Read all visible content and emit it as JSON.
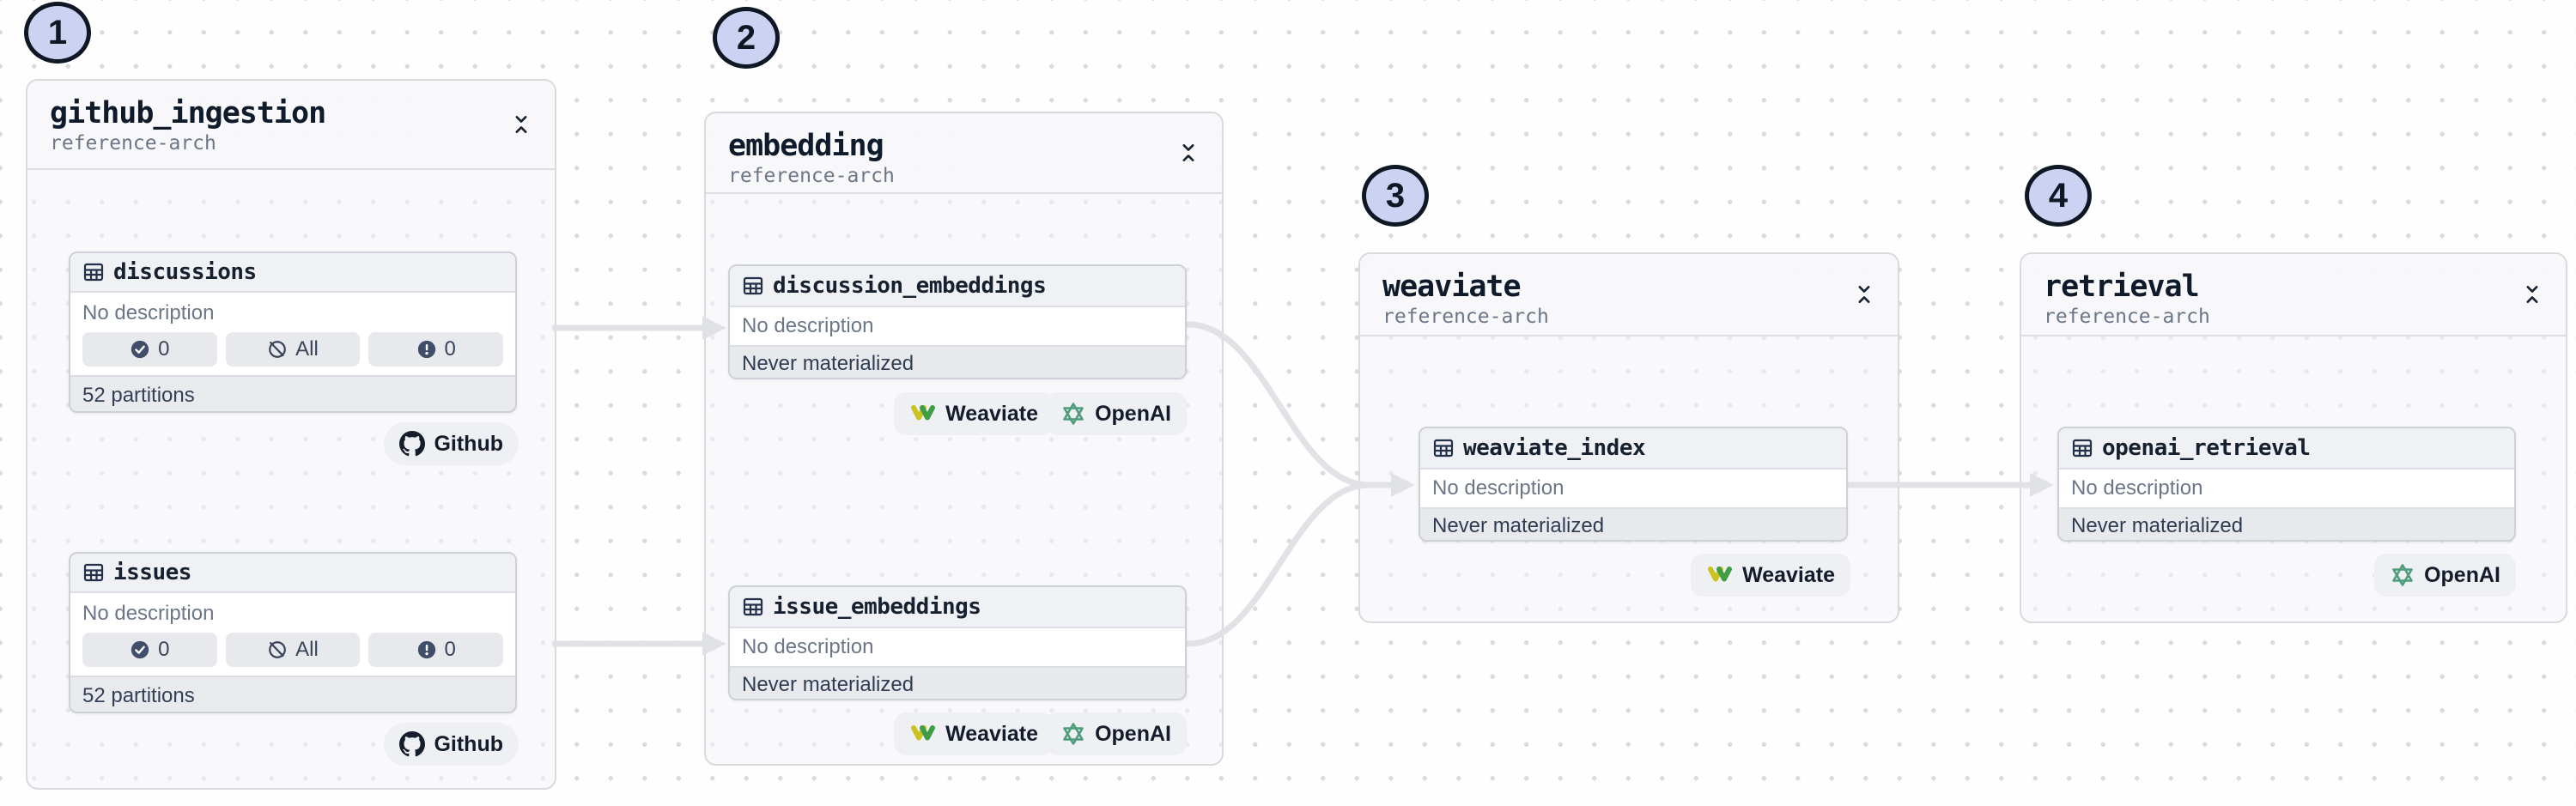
{
  "colors": {
    "badge_fill": "#ccd2f2",
    "badge_border": "#0f1724",
    "edge": "#e1e2e6",
    "node_border": "#ccd0d8",
    "weaviate_yellow": "#c9c21f",
    "weaviate_green": "#3f9e44",
    "openai_green": "#4e9c7c",
    "github_dark": "#171e2b"
  },
  "groups": [
    {
      "number": "1",
      "title": "github_ingestion",
      "subtitle": "reference-arch",
      "assets": [
        {
          "name": "discussions",
          "icon": "table-icon",
          "description": "No description",
          "checks": [
            {
              "icon": "check-circle-icon",
              "value": "0"
            },
            {
              "icon": "circle-slash-icon",
              "value": "All"
            },
            {
              "icon": "alert-circle-icon",
              "value": "0"
            }
          ],
          "footer": "52 partitions",
          "tags": [
            {
              "icon": "github-icon",
              "label": "Github"
            }
          ]
        },
        {
          "name": "issues",
          "icon": "table-icon",
          "description": "No description",
          "checks": [
            {
              "icon": "check-circle-icon",
              "value": "0"
            },
            {
              "icon": "circle-slash-icon",
              "value": "All"
            },
            {
              "icon": "alert-circle-icon",
              "value": "0"
            }
          ],
          "footer": "52 partitions",
          "tags": [
            {
              "icon": "github-icon",
              "label": "Github"
            }
          ]
        }
      ]
    },
    {
      "number": "2",
      "title": "embedding",
      "subtitle": "reference-arch",
      "assets": [
        {
          "name": "discussion_embeddings",
          "icon": "table-icon",
          "description": "No description",
          "status": "Never materialized",
          "tags": [
            {
              "icon": "weaviate-icon",
              "label": "Weaviate"
            },
            {
              "icon": "openai-icon",
              "label": "OpenAI"
            }
          ]
        },
        {
          "name": "issue_embeddings",
          "icon": "table-icon",
          "description": "No description",
          "status": "Never materialized",
          "tags": [
            {
              "icon": "weaviate-icon",
              "label": "Weaviate"
            },
            {
              "icon": "openai-icon",
              "label": "OpenAI"
            }
          ]
        }
      ]
    },
    {
      "number": "3",
      "title": "weaviate",
      "subtitle": "reference-arch",
      "assets": [
        {
          "name": "weaviate_index",
          "icon": "table-icon",
          "description": "No description",
          "status": "Never materialized",
          "tags": [
            {
              "icon": "weaviate-icon",
              "label": "Weaviate"
            }
          ]
        }
      ]
    },
    {
      "number": "4",
      "title": "retrieval",
      "subtitle": "reference-arch",
      "assets": [
        {
          "name": "openai_retrieval",
          "icon": "table-icon",
          "description": "No description",
          "status": "Never materialized",
          "tags": [
            {
              "icon": "openai-icon",
              "label": "OpenAI"
            }
          ]
        }
      ]
    }
  ]
}
